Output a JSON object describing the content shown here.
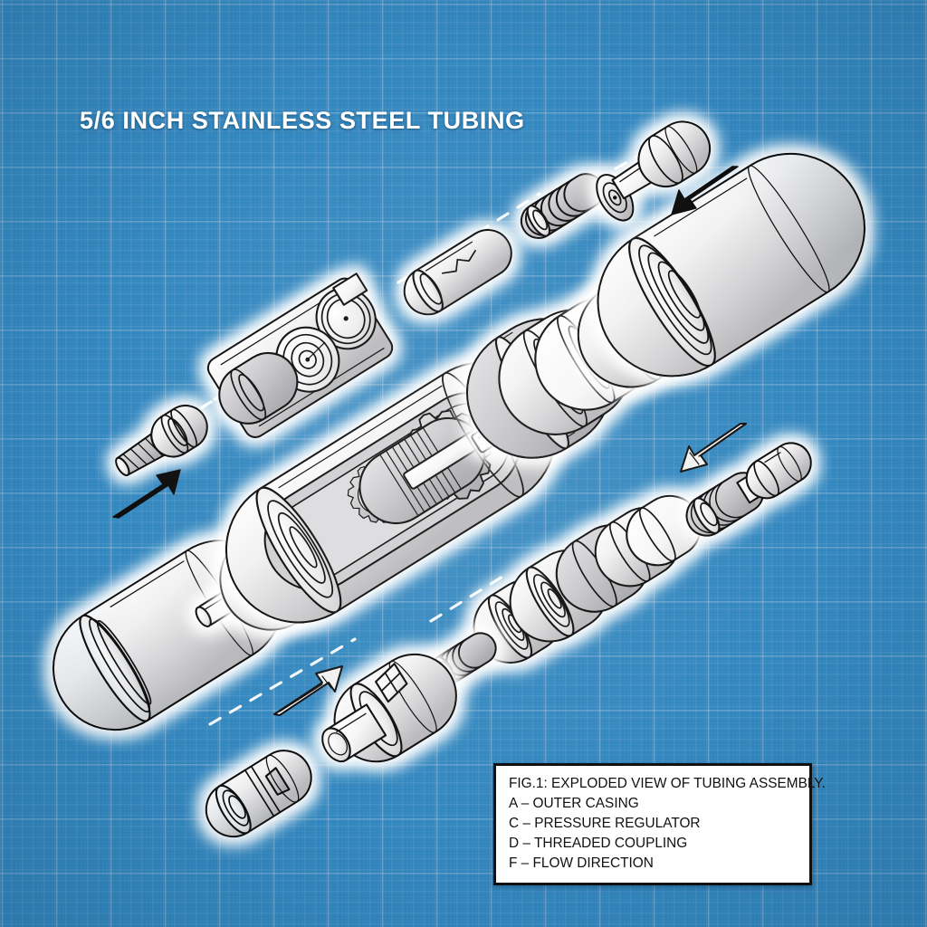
{
  "page": {
    "kind": "blueprint-exploded-diagram",
    "background_color": "#3487bf",
    "grid_line_color": "#5aa3d0",
    "ink_color": "#111111",
    "part_fill_color": "#e9e9ea",
    "glow_color": "#ffffff"
  },
  "title": {
    "text": "5/6 INCH STAINLESS STEEL TUBING",
    "color": "#ffffff"
  },
  "legend": {
    "caption": "FIG.1: EXPLODED VIEW OF TUBING ASSEMBLY.",
    "items": [
      {
        "code": "A",
        "label": "OUTER CASING",
        "line": "A – OUTER CASING"
      },
      {
        "code": "C",
        "label": "PRESSURE REGULATOR",
        "line": "C – PRESSURE REGULATOR"
      },
      {
        "code": "D",
        "label": "THREADED COUPLING",
        "line": "D – THREADED COUPLING"
      },
      {
        "code": "F",
        "label": "FLOW DIRECTION",
        "line": "F – FLOW DIRECTION"
      }
    ],
    "border_color": "#111111",
    "background_color": "#ffffff"
  },
  "arrows": [
    {
      "name": "flow-arrow-lower-left",
      "style": "solid",
      "direction": "up-right",
      "from": [
        125,
        568
      ],
      "to": [
        196,
        522
      ]
    },
    {
      "name": "flow-arrow-upper-right",
      "style": "solid",
      "direction": "down-left",
      "from": [
        812,
        187
      ],
      "to": [
        742,
        233
      ]
    },
    {
      "name": "flow-arrow-mid-right",
      "style": "outlined",
      "direction": "down-left",
      "from": [
        822,
        470
      ],
      "to": [
        748,
        518
      ]
    },
    {
      "name": "flow-arrow-lower-mid",
      "style": "outlined",
      "direction": "up-right",
      "from": [
        305,
        786
      ],
      "to": [
        380,
        738
      ]
    }
  ],
  "parts": [
    {
      "id": "p01",
      "name": "end-cap-front",
      "legend_code": "A",
      "label": "OUTER CASING"
    },
    {
      "id": "p02",
      "name": "gear-housing-cutaway",
      "legend_code": "",
      "label": "GEAR HOUSING"
    },
    {
      "id": "p03",
      "name": "spur-gear-small",
      "legend_code": "",
      "label": "SPUR GEAR"
    },
    {
      "id": "p04",
      "name": "spur-gear-large",
      "legend_code": "",
      "label": "SPUR GEAR"
    },
    {
      "id": "p05",
      "name": "drive-shaft",
      "legend_code": "",
      "label": "DRIVE SHAFT"
    },
    {
      "id": "p06",
      "name": "rotor-disc-stack",
      "legend_code": "C",
      "label": "PRESSURE REGULATOR"
    },
    {
      "id": "p07",
      "name": "outer-casing-shell",
      "legend_code": "A",
      "label": "OUTER CASING"
    },
    {
      "id": "p08",
      "name": "valve-block",
      "legend_code": "C",
      "label": "PRESSURE REGULATOR"
    },
    {
      "id": "p09",
      "name": "dowel-pin-sleeve",
      "legend_code": "",
      "label": "DOWEL PIN"
    },
    {
      "id": "p10",
      "name": "coil-spring-upper",
      "legend_code": "",
      "label": "COMPRESSION SPRING"
    },
    {
      "id": "p11",
      "name": "flanged-bolt",
      "legend_code": "D",
      "label": "THREADED COUPLING"
    },
    {
      "id": "p12",
      "name": "threaded-stud-left",
      "legend_code": "D",
      "label": "THREADED COUPLING"
    },
    {
      "id": "p13",
      "name": "bearing-race-stack",
      "legend_code": "",
      "label": "BEARING RACES"
    },
    {
      "id": "p14",
      "name": "threaded-coupling-right",
      "legend_code": "D",
      "label": "THREADED COUPLING"
    },
    {
      "id": "p15",
      "name": "coil-spring-lower",
      "legend_code": "",
      "label": "COMPRESSION SPRING"
    },
    {
      "id": "p16",
      "name": "regulator-body",
      "legend_code": "C",
      "label": "PRESSURE REGULATOR"
    },
    {
      "id": "p17",
      "name": "slotted-sleeve",
      "legend_code": "",
      "label": "SLOTTED SLEEVE"
    }
  ]
}
